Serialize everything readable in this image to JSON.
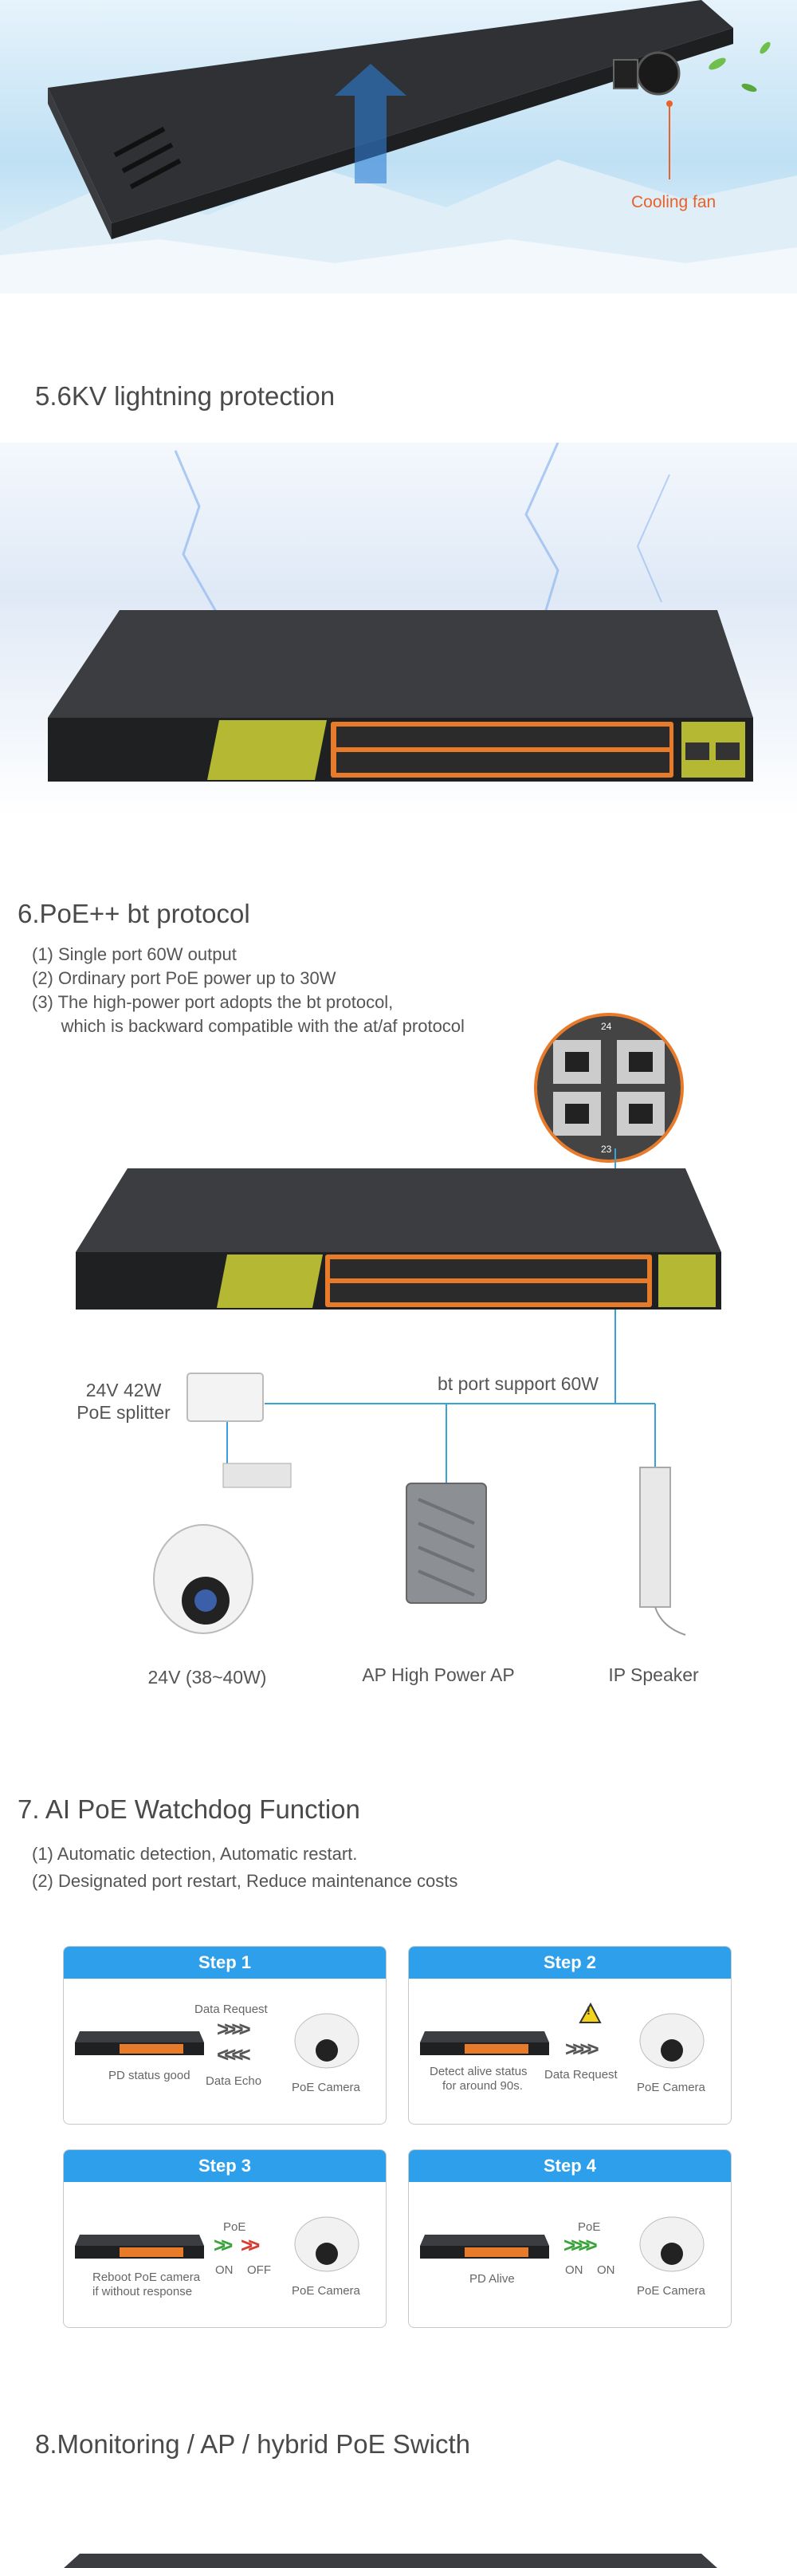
{
  "hero": {
    "cooling_label": "Cooling fan"
  },
  "lightning": {
    "title": "5.6KV lightning protection"
  },
  "poe_bt": {
    "title": "6.PoE++  bt protocol",
    "items": [
      "(1) Single port 60W output",
      "(2) Ordinary port PoE power up to 30W",
      "(3) The high-power port adopts the bt protocol,",
      "      which is backward compatible with the at/af protocol"
    ],
    "zoom_top": "24",
    "zoom_bottom": "23",
    "splitter_label_1": "24V 42W",
    "splitter_label_2": "PoE splitter",
    "bt_label": "bt port support 60W",
    "camera_label": "24V  (38~40W)",
    "ap_label": "AP High Power AP",
    "speaker_label": "IP Speaker"
  },
  "watchdog": {
    "title": "7. AI PoE Watchdog Function",
    "items": [
      "(1) Automatic detection, Automatic restart.",
      "(2) Designated port restart, Reduce maintenance costs"
    ],
    "steps": [
      {
        "head": "Step 1",
        "top": "Data Request",
        "bottom": "Data Echo",
        "left": "PD status good",
        "right": "PoE Camera"
      },
      {
        "head": "Step 2",
        "left1": "Detect alive status",
        "left2": "for around 90s.",
        "mid": "Data Request",
        "right": "PoE Camera"
      },
      {
        "head": "Step 3",
        "poe": "PoE",
        "on": "ON",
        "off": "OFF",
        "left1": "Reboot PoE camera",
        "left2": "if without response",
        "right": "PoE Camera"
      },
      {
        "head": "Step 4",
        "poe": "PoE",
        "on": "ON",
        "on2": "ON",
        "left": "PD Alive",
        "right": "PoE Camera"
      }
    ]
  },
  "monitoring": {
    "title": "8.Monitoring / AP / hybrid PoE Swicth"
  },
  "colors": {
    "accent_blue": "#2e9fea",
    "cooling": "#e8622c",
    "port_orange": "#e87b2a",
    "lime": "#b5b832"
  }
}
